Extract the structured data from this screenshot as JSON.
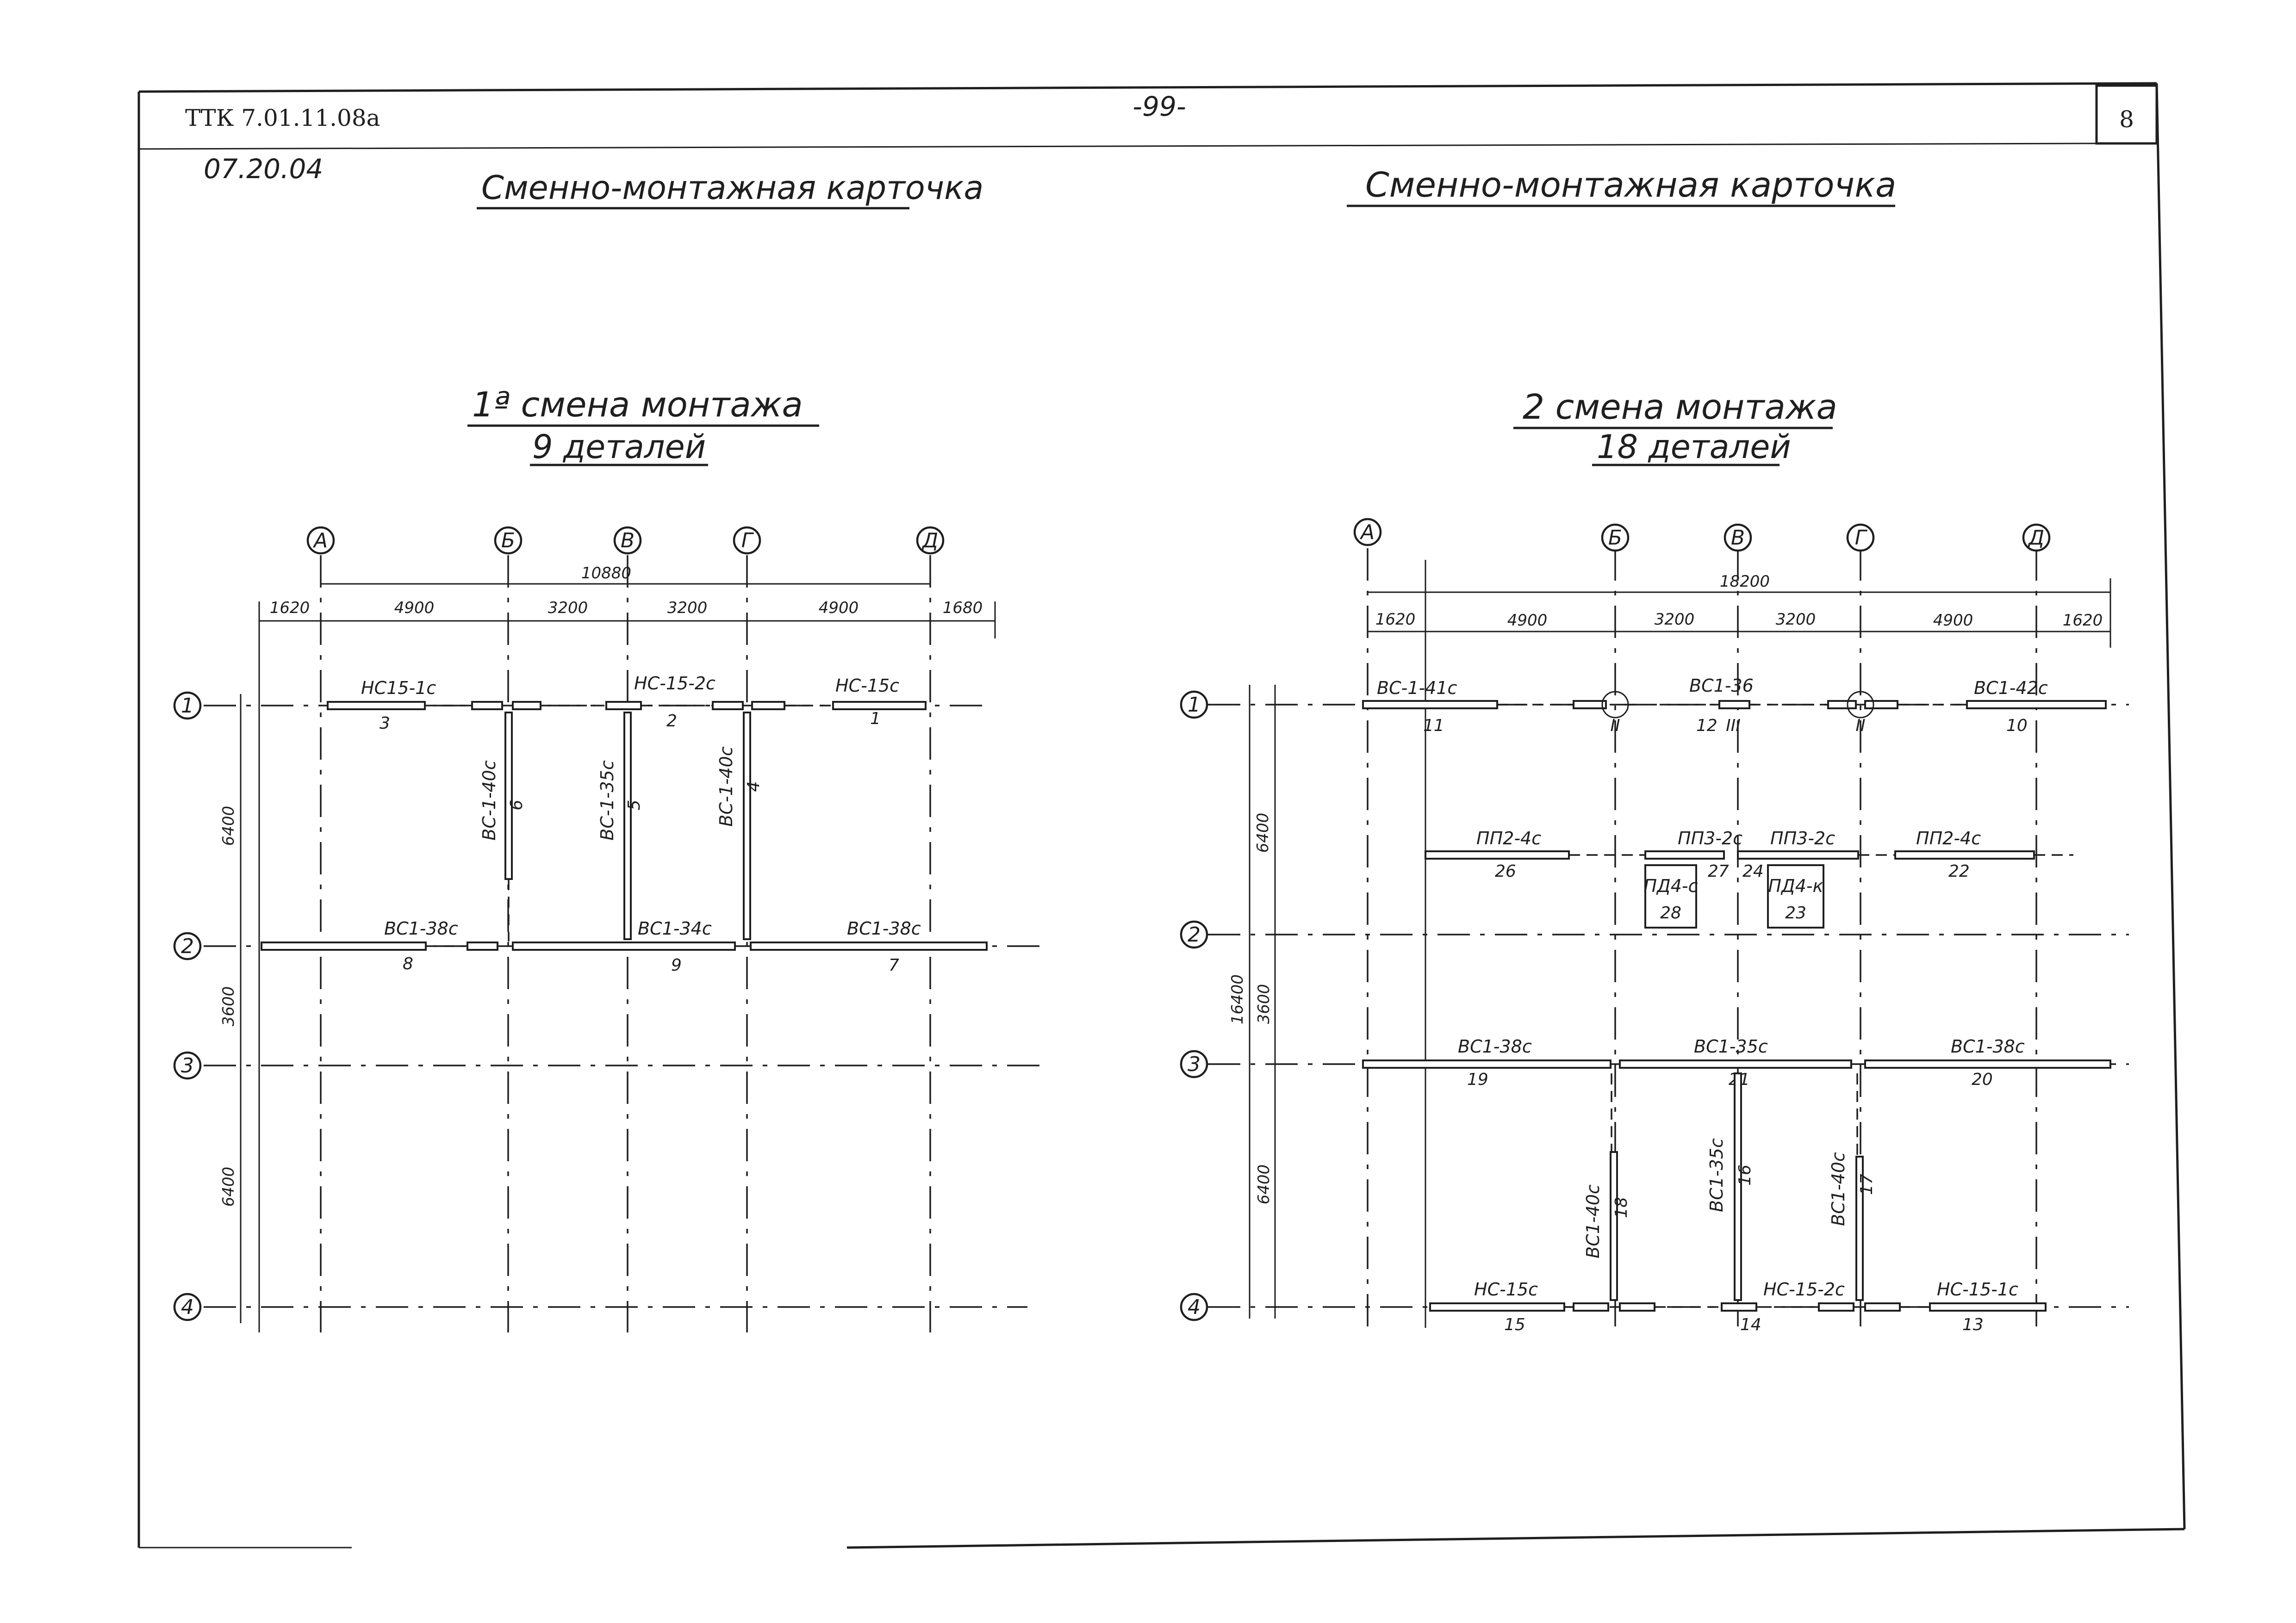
{
  "header": {
    "doc_code": "ТТК 7.01.11.08а",
    "page_no": "-99-",
    "sheet_no": "8",
    "section_code": "07.20.04"
  },
  "left": {
    "card_title": "Сменно-монтажная карточка",
    "shift_title": "1ª смена монтажа",
    "parts_count": "9 деталей",
    "col_axes": [
      "А",
      "Б",
      "В",
      "Г",
      "Д"
    ],
    "row_axes": [
      "1",
      "2",
      "3",
      "4"
    ],
    "total_dim": "10880",
    "col_dims": [
      "1620",
      "4900",
      "3200",
      "3200",
      "4900",
      "1680"
    ],
    "row_dims": [
      "6400",
      "3600",
      "6400"
    ],
    "elements": [
      {
        "mark": "НС15-1с",
        "num": "3"
      },
      {
        "mark": "НС-15-2с",
        "num": "2"
      },
      {
        "mark": "НС-15с",
        "num": "1"
      },
      {
        "mark": "ВС-1-40с",
        "num": "6"
      },
      {
        "mark": "ВС-1-35с",
        "num": "5"
      },
      {
        "mark": "ВС-1-40с",
        "num": "4"
      },
      {
        "mark": "ВС1-38с",
        "num": "8"
      },
      {
        "mark": "ВС1-34с",
        "num": "9"
      },
      {
        "mark": "ВС1-38с",
        "num": "7"
      }
    ]
  },
  "right": {
    "card_title": "Сменно-монтажная карточка",
    "shift_title": "2 смена монтажа",
    "parts_count": "18 деталей",
    "col_axes": [
      "А",
      "Б",
      "В",
      "Г",
      "Д"
    ],
    "row_axes": [
      "1",
      "2",
      "3",
      "4"
    ],
    "total_dim": "18200",
    "col_dims": [
      "1620",
      "4900",
      "3200",
      "3200",
      "4900",
      "1620"
    ],
    "row_dims": [
      "6400",
      "3600",
      "6400"
    ],
    "overall_row_dim": "16400",
    "elements": [
      {
        "mark": "ВС-1-41с",
        "num": "11"
      },
      {
        "mark": "ВС1-36",
        "num": "12"
      },
      {
        "mark": "ВС1-42с",
        "num": "10"
      },
      {
        "mark": "",
        "num": "II"
      },
      {
        "mark": "",
        "num": "III"
      },
      {
        "mark": "",
        "num": "II"
      },
      {
        "mark": "ПП2-4с",
        "num": "26"
      },
      {
        "mark": "ПП3-2с",
        "num": "27"
      },
      {
        "mark": "ПП3-2с",
        "num": "24"
      },
      {
        "mark": "ПП2-4с",
        "num": "22"
      },
      {
        "mark": "ПД4-с",
        "num": "28"
      },
      {
        "mark": "ПД4-к",
        "num": "23"
      },
      {
        "mark": "ВС1-38с",
        "num": "19"
      },
      {
        "mark": "ВС1-35с",
        "num": "21"
      },
      {
        "mark": "ВС1-38с",
        "num": "20"
      },
      {
        "mark": "ВС1-40с",
        "num": "18"
      },
      {
        "mark": "ВС1-35с",
        "num": "16"
      },
      {
        "mark": "ВС1-40с",
        "num": "17"
      },
      {
        "mark": "НС-15с",
        "num": "15"
      },
      {
        "mark": "НС-15-2с",
        "num": "14"
      },
      {
        "mark": "НС-15-1с",
        "num": "13"
      }
    ]
  },
  "colors": {
    "ink": "#1f1f1f",
    "paper": "#ffffff"
  }
}
